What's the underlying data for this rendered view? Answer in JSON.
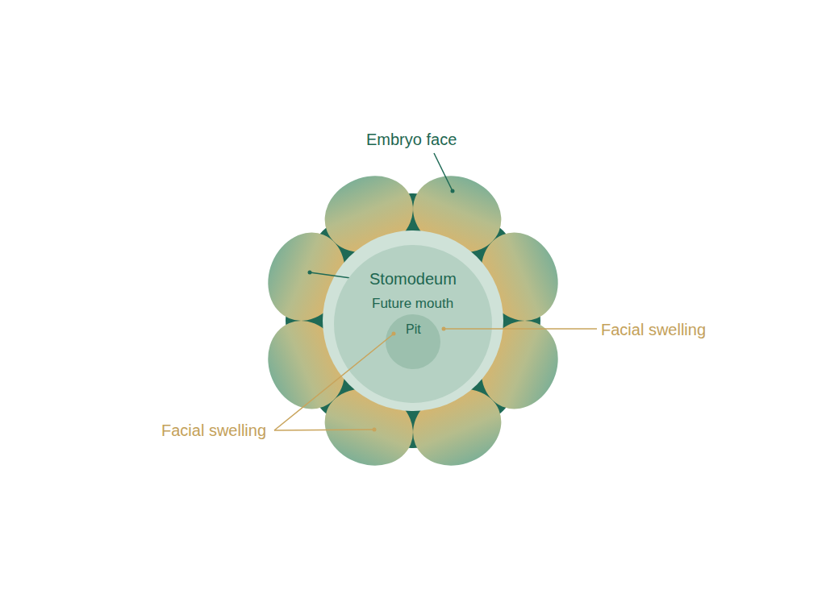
{
  "diagram": {
    "nodes": [
      {
        "text": [
          "Stomodeum",
          "Future mouth"
        ]
      },
      {
        "text": [
          "Pit"
        ],
        "in": 0
      }
    ],
    "labels": [
      "Embryo face",
      "Facial swelling",
      "Facial swelling"
    ]
  }
}
